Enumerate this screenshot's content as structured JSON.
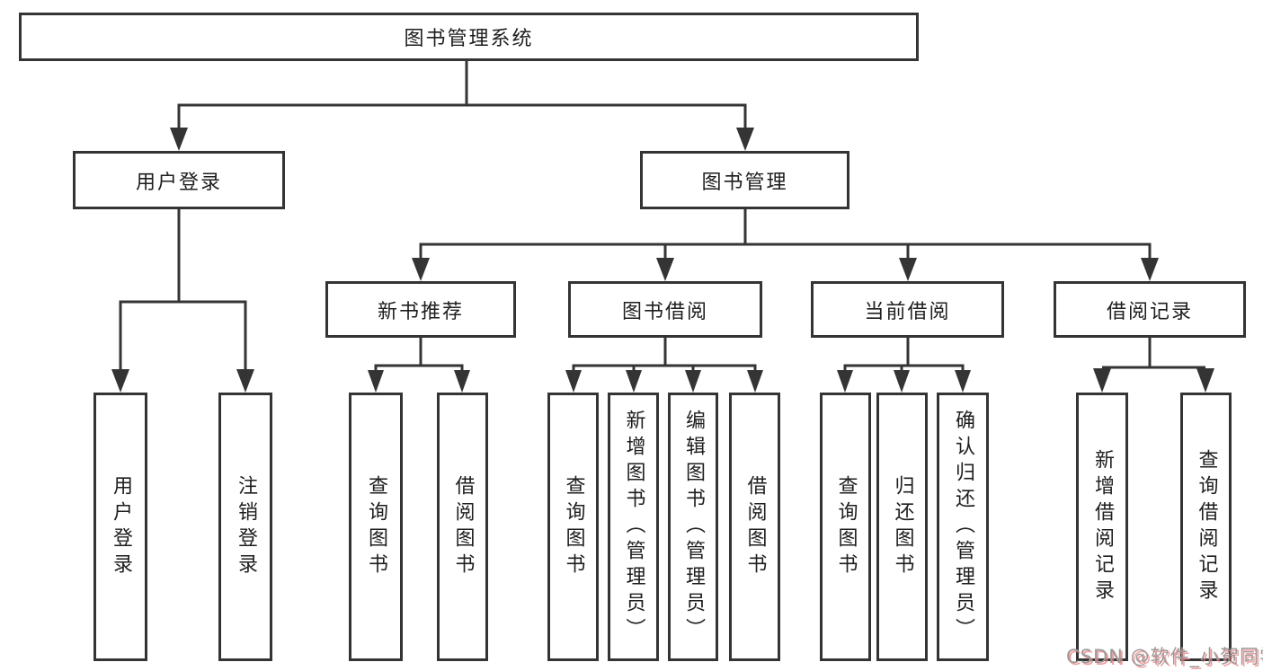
{
  "tree": {
    "root": {
      "label": "图书管理系统"
    },
    "branches": [
      {
        "label": "用户登录",
        "children": [
          {
            "label": "用户登录"
          },
          {
            "label": "注销登录"
          }
        ]
      },
      {
        "label": "图书管理",
        "groups": [
          {
            "label": "新书推荐",
            "children": [
              {
                "label": "查询图书"
              },
              {
                "label": "借阅图书"
              }
            ]
          },
          {
            "label": "图书借阅",
            "children": [
              {
                "label": "查询图书"
              },
              {
                "label": "新增图书（管理员）"
              },
              {
                "label": "编辑图书（管理员）"
              },
              {
                "label": "借阅图书"
              }
            ]
          },
          {
            "label": "当前借阅",
            "children": [
              {
                "label": "查询图书"
              },
              {
                "label": "归还图书"
              },
              {
                "label": "确认归还（管理员）"
              }
            ]
          },
          {
            "label": "借阅记录",
            "children": [
              {
                "label": "新增借阅记录"
              },
              {
                "label": "查询借阅记录"
              }
            ]
          }
        ]
      }
    ]
  },
  "watermark": {
    "text": "CSDN @软件_小贺同学"
  },
  "colors": {
    "background": "#ffffff",
    "box_fill": "#ffffff",
    "box_border": "#343434",
    "line": "#343434",
    "text": "#1e1e1e",
    "watermark_text": "#9a9a9a",
    "watermark_shadow": "#ee7d7d"
  }
}
